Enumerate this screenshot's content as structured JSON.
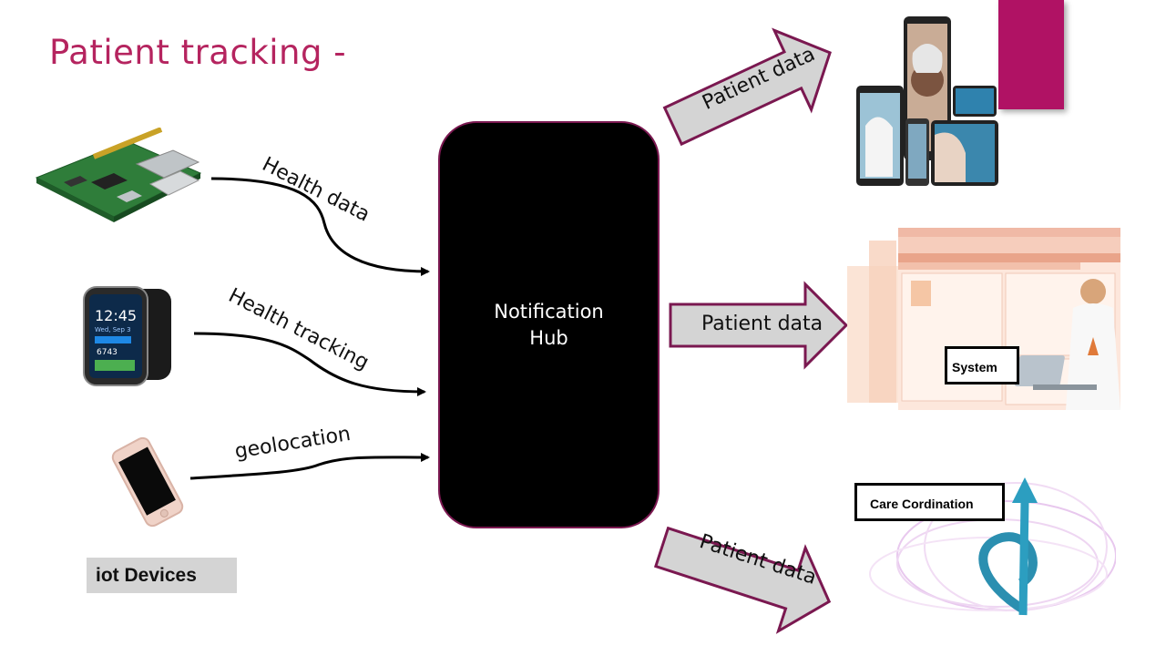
{
  "title": "Patient tracking -",
  "hub": {
    "line1": "Notification",
    "line2": "Hub"
  },
  "flows_in": [
    {
      "label": "Health data",
      "device": "raspberry-pi"
    },
    {
      "label": "Health tracking",
      "device": "smartwatch"
    },
    {
      "label": "geolocation",
      "device": "smartphone"
    }
  ],
  "flows_out": [
    {
      "label": "Patient data",
      "target": "mobile-devices"
    },
    {
      "label": "Patient data",
      "target": "system"
    },
    {
      "label": "Patient data",
      "target": "care-coordination"
    }
  ],
  "devices_caption": "iot Devices",
  "system_label": "System",
  "care_label": "Care Cordination",
  "watch_screen": {
    "time": "12:45",
    "date": "Wed, Sep 3",
    "steps": "6743"
  },
  "colors": {
    "accent": "#b01264",
    "title": "#b5245f",
    "arrow_fill": "#d4d4d4",
    "arrow_border": "#7a1850"
  }
}
